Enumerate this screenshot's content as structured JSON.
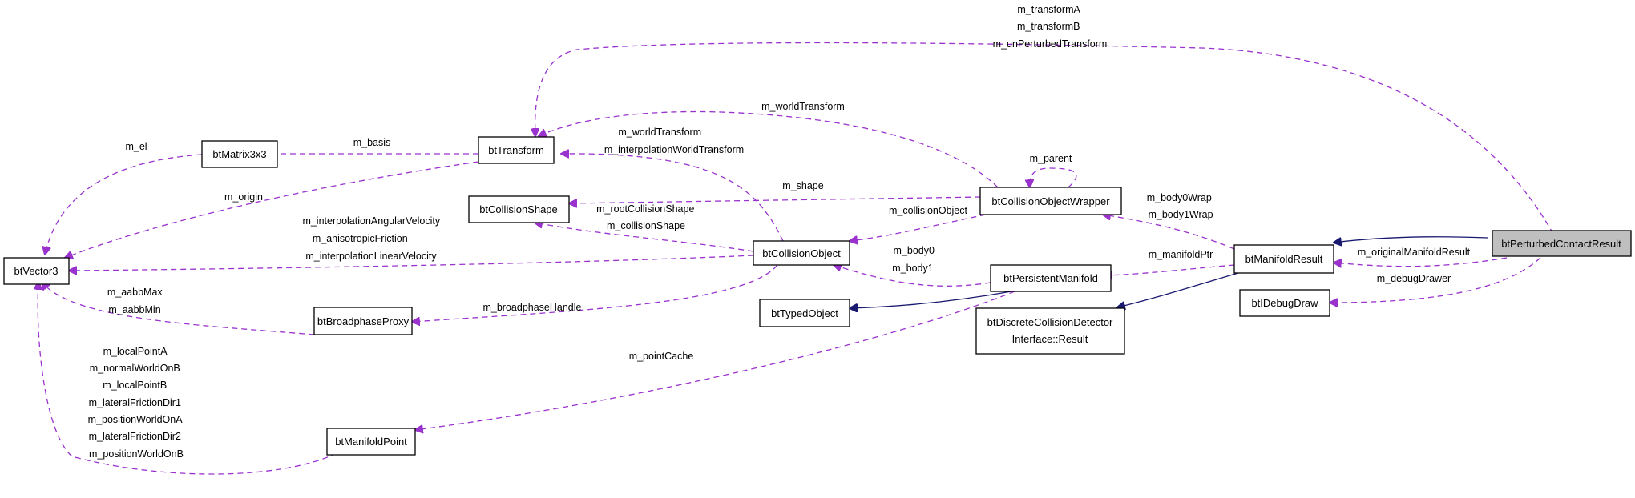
{
  "nodes": {
    "btPerturbedContactResult": "btPerturbedContactResult",
    "btManifoldResult": "btManifoldResult",
    "btIDebugDraw": "btIDebugDraw",
    "btCollisionObjectWrapper": "btCollisionObjectWrapper",
    "btPersistentManifold": "btPersistentManifold",
    "btDiscreteCollisionDetectorInterfaceResult": [
      "btDiscreteCollisionDetector",
      "Interface::Result"
    ],
    "btTransform": "btTransform",
    "btMatrix3x3": "btMatrix3x3",
    "btVector3": "btVector3",
    "btCollisionShape": "btCollisionShape",
    "btCollisionObject": "btCollisionObject",
    "btBroadphaseProxy": "btBroadphaseProxy",
    "btTypedObject": "btTypedObject",
    "btManifoldPoint": "btManifoldPoint"
  },
  "edge_labels": {
    "pcr_to_transform": [
      "m_transformA",
      "m_transformB",
      "m_unPerturbedTransform"
    ],
    "wrapper_to_transform": [
      "m_worldTransform"
    ],
    "matrix_to_vector": [
      "m_el"
    ],
    "transform_to_matrix": [
      "m_basis"
    ],
    "object_to_transform": [
      "m_worldTransform",
      "m_interpolationWorldTransform"
    ],
    "wrapper_self": [
      "m_parent"
    ],
    "wrapper_to_shape": [
      "m_shape"
    ],
    "transform_to_vector": [
      "m_origin"
    ],
    "object_to_shape": [
      "m_rootCollisionShape",
      "m_collisionShape"
    ],
    "wrapper_to_object": [
      "m_collisionObject"
    ],
    "result_to_wrapper": [
      "m_body0Wrap",
      "m_body1Wrap"
    ],
    "object_to_vector": [
      "m_interpolationAngularVelocity",
      "m_anisotropicFriction",
      "m_interpolationLinearVelocity"
    ],
    "manifold_to_object": [
      "m_body0",
      "m_body1"
    ],
    "result_to_manifold": [
      "m_manifoldPtr"
    ],
    "pcr_to_result": [
      "m_originalManifoldResult"
    ],
    "pcr_to_debugdraw": [
      "m_debugDrawer"
    ],
    "proxy_to_vector": [
      "m_aabbMax",
      "m_aabbMin"
    ],
    "object_to_proxy": [
      "m_broadphaseHandle"
    ],
    "manifold_to_point": [
      "m_pointCache"
    ],
    "point_to_vector": [
      "m_localPointA",
      "m_normalWorldOnB",
      "m_localPointB",
      "m_lateralFrictionDir1",
      "m_positionWorldOnA",
      "m_lateralFrictionDir2",
      "m_positionWorldOnB"
    ]
  },
  "colors": {
    "member_edge": "#9a32cd",
    "inherit_edge": "#191970",
    "focus_fill": "#bfbfbf"
  }
}
